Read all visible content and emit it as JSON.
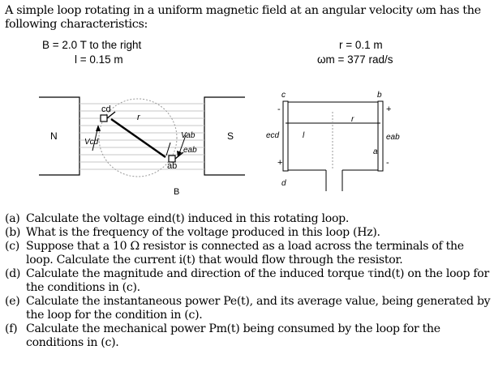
{
  "problem": {
    "intro": "A simple loop rotating in a uniform magnetic field at an angular velocity ωm has the following characteristics:"
  },
  "given": {
    "B": "B = 2.0 T to the right",
    "l": "l = 0.15 m",
    "r": "r = 0.1 m",
    "omega": "ωm  =  377 rad/s"
  },
  "figure": {
    "pole_north": "N",
    "pole_south": "S",
    "label_cd": "cd",
    "label_r_left": "r",
    "label_vcd": "Vcd",
    "label_vab": "Vab",
    "label_eab_left": "eab",
    "label_ab": "ab",
    "label_B": "B",
    "label_c": "c",
    "label_d": "d",
    "label_ecd": "ecd",
    "label_l": "l",
    "label_b": "b",
    "label_a": "a",
    "label_r_right": "r",
    "label_eab_right": "eab",
    "plus_top": "+",
    "minus_top": "-",
    "plus_bottom": "+",
    "minus_bottom": "-"
  },
  "questions": [
    {
      "label": "(a)",
      "text": "Calculate the voltage eind(t) induced in this rotating loop."
    },
    {
      "label": "(b)",
      "text": "What is the frequency of the voltage produced in this loop (Hz)."
    },
    {
      "label": "(c)",
      "text": "Suppose that a 10 Ω resistor is connected as a load across the terminals of the loop. Calculate the current i(t) that would flow through the resistor."
    },
    {
      "label": "(d)",
      "text": "Calculate the magnitude and direction of the induced torque τind(t) on the loop for the conditions in (c)."
    },
    {
      "label": "(e)",
      "text": "Calculate the instantaneous power Pe(t), and its average value, being generated by the loop for the condition in (c)."
    },
    {
      "label": "(f)",
      "text": "Calculate the mechanical power Pm(t) being consumed by the loop for the conditions in (c)."
    }
  ]
}
